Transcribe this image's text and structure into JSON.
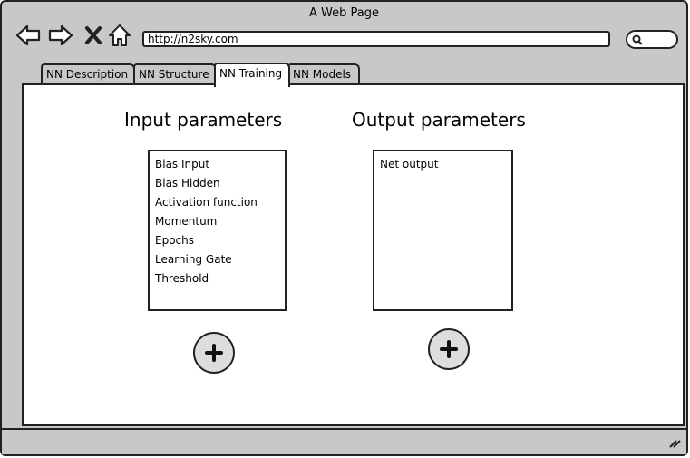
{
  "window": {
    "title": "A Web Page"
  },
  "toolbar": {
    "icons": [
      "back-arrow-icon",
      "forward-arrow-icon",
      "close-icon",
      "home-icon"
    ],
    "url": "http://n2sky.com",
    "search_icon": "search-icon"
  },
  "tabs": [
    {
      "label": "NN Description",
      "active": false
    },
    {
      "label": "NN Structure",
      "active": false
    },
    {
      "label": "NN Training",
      "active": true
    },
    {
      "label": "NN Models",
      "active": false
    }
  ],
  "input": {
    "heading": "Input parameters",
    "items": [
      "Bias Input",
      "Bias Hidden",
      "Activation function",
      "Momentum",
      "Epochs",
      "Learning Gate",
      "Threshold"
    ]
  },
  "output": {
    "heading": "Output parameters",
    "items": [
      "Net output"
    ]
  },
  "colors": {
    "chrome": "#c8c8c8",
    "border": "#222222",
    "content": "#ffffff",
    "button_fill": "#dddddd"
  }
}
